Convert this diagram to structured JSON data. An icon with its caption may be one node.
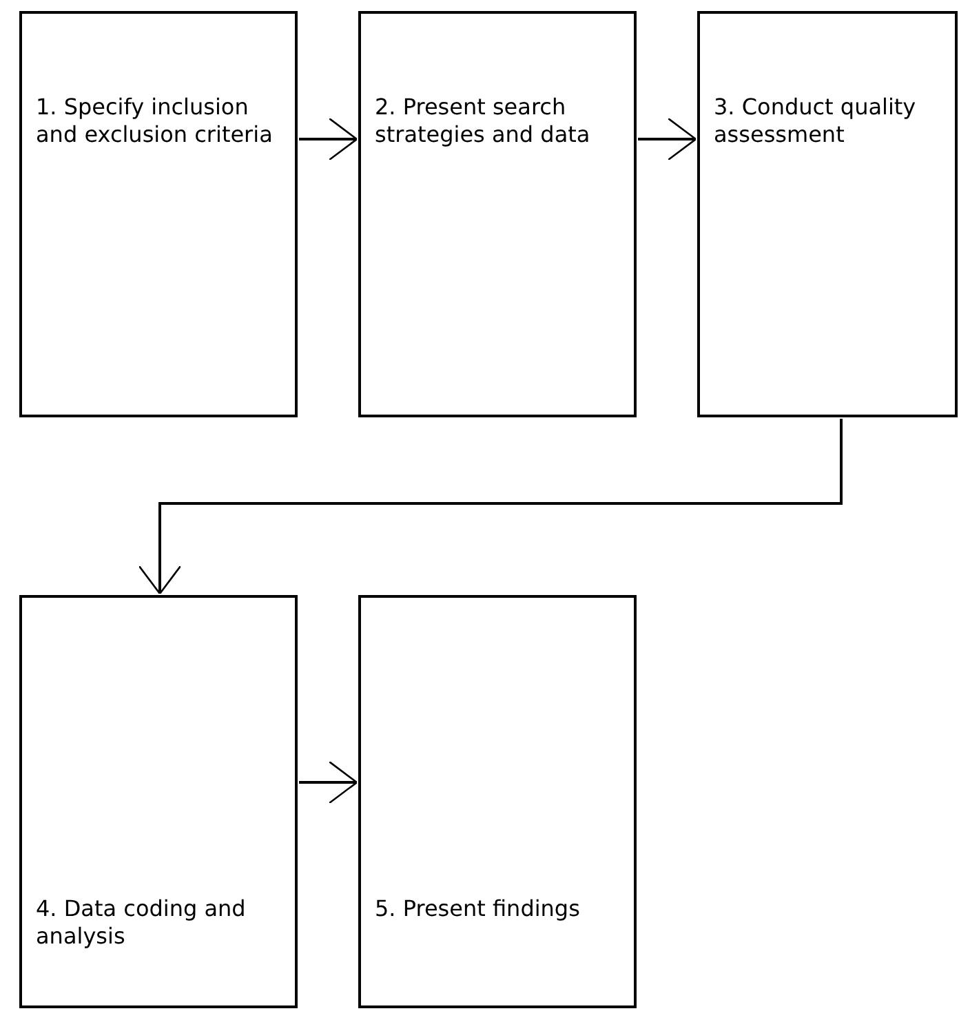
{
  "diagram": {
    "nodes": [
      {
        "text": [
          "1. Specify inclusion and exclusion criteria"
        ]
      },
      {
        "text": [
          "2. Present search strategies and data"
        ]
      },
      {
        "text": [
          "3. Conduct quality assessment"
        ]
      },
      {
        "text": [
          "4. Data coding and analysis"
        ]
      },
      {
        "text": [
          "5. Present findings"
        ]
      }
    ],
    "edges": [
      {
        "from": 0,
        "to": 1,
        "arrow": "to"
      },
      {
        "from": 1,
        "to": 2,
        "arrow": "to"
      },
      {
        "from": 2,
        "to": 3,
        "arrow": "to"
      },
      {
        "from": 3,
        "to": 4,
        "arrow": "to"
      }
    ]
  }
}
